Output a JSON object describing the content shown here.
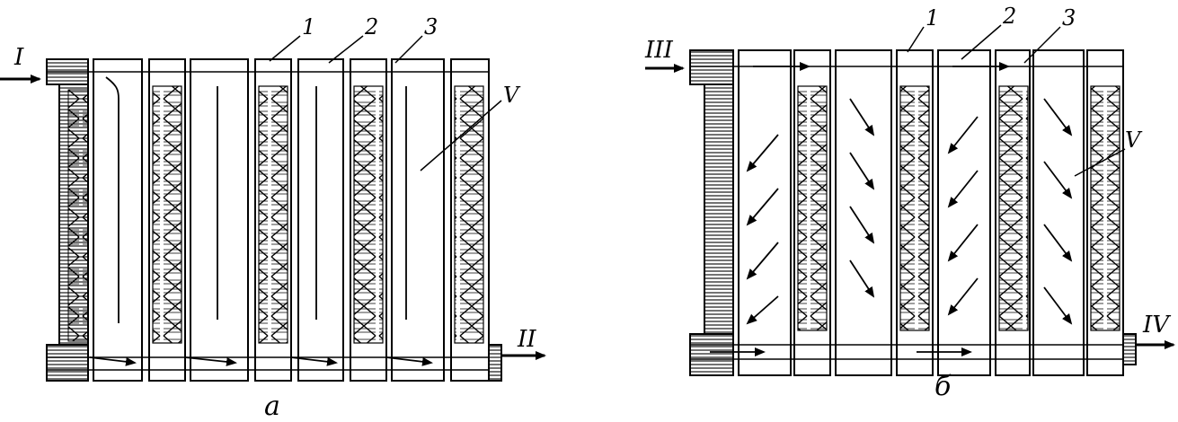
{
  "diagram": {
    "colors": {
      "ink": "#000000",
      "paper": "#ffffff"
    },
    "left": {
      "caption": "a",
      "inlet_label": "I",
      "outlet_label": "II",
      "part_labels": [
        "1",
        "2",
        "3",
        "V"
      ]
    },
    "right": {
      "caption": "б",
      "inlet_label": "III",
      "outlet_label": "IV",
      "part_labels": [
        "1",
        "2",
        "3",
        "V"
      ]
    }
  }
}
